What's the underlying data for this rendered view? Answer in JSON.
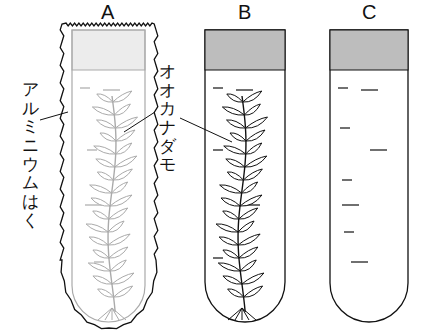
{
  "diagram": {
    "labels": [
      "A",
      "B",
      "C",
      "アルミニウムはく",
      "オオカナダモ"
    ]
  }
}
